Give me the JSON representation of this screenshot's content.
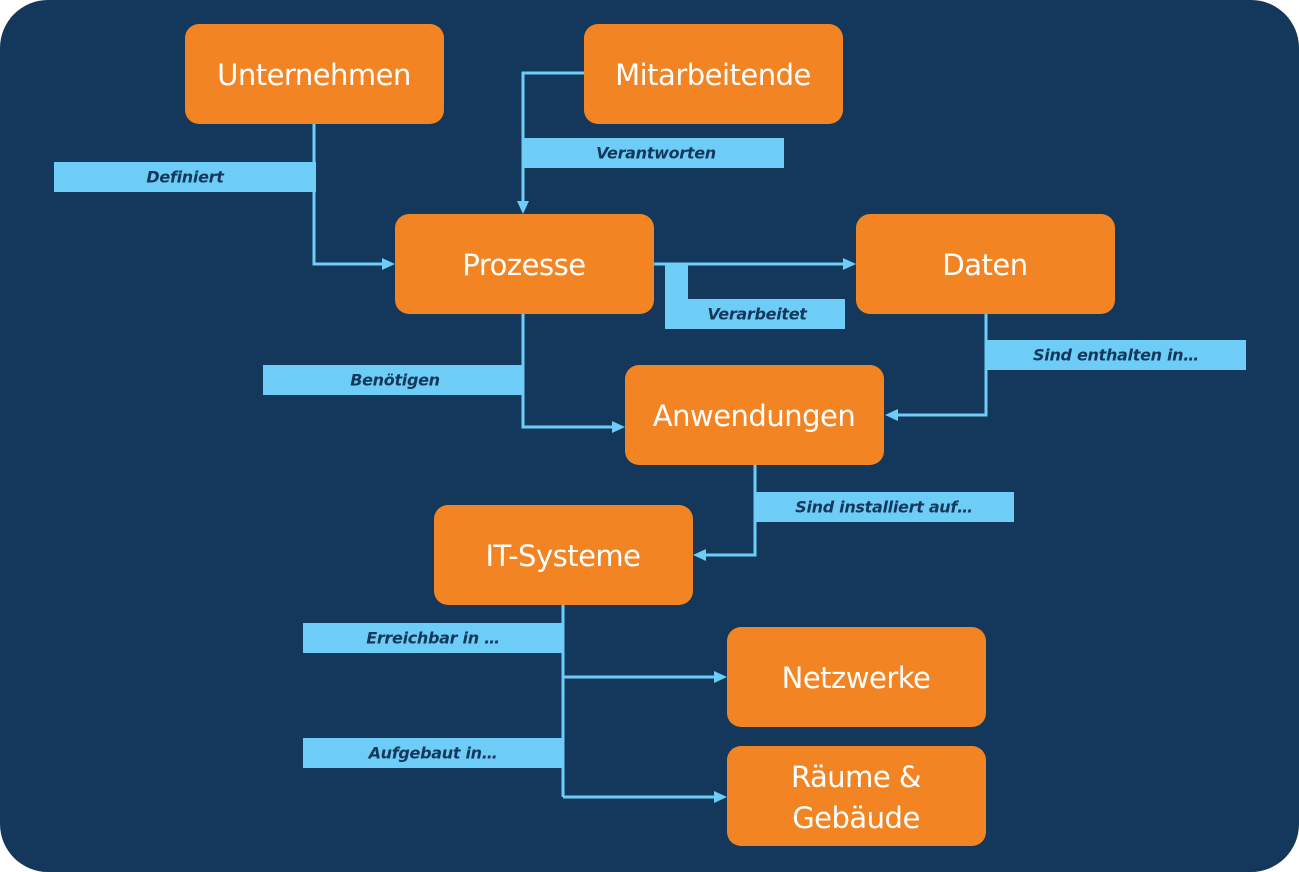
{
  "nodes": {
    "unternehmen": "Unternehmen",
    "mitarbeitende": "Mitarbeitende",
    "prozesse": "Prozesse",
    "daten": "Daten",
    "anwendungen": "Anwendungen",
    "it_systeme": "IT-Systeme",
    "netzwerke": "Netzwerke",
    "raeume_line1": "Räume &",
    "raeume_line2": "Gebäude"
  },
  "edges": {
    "definiert": "Definiert",
    "verantworten": "Verantworten",
    "verarbeitet": "Verarbeitet",
    "benoetigen": "Benötigen",
    "sind_enthalten_in": "Sind enthalten in…",
    "sind_installiert_auf": "Sind installiert auf…",
    "erreichbar_in": "Erreichbar in …",
    "aufgebaut_in": "Aufgebaut in…"
  },
  "colors": {
    "background": "#13385b",
    "node_fill": "#f28423",
    "label_fill": "#6dcdf6",
    "node_text": "#ffffff",
    "label_text": "#13385b"
  }
}
